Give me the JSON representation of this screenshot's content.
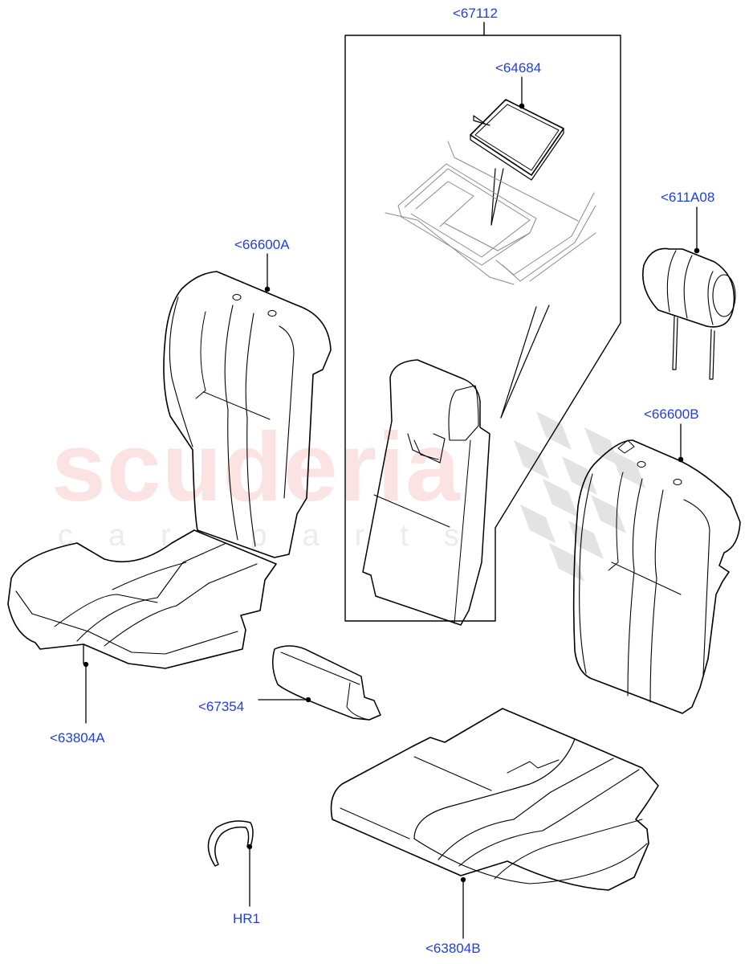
{
  "watermark": {
    "brand": "scuderia",
    "tagline": "car parts",
    "brand_color": "#fbe3e3",
    "tagline_color": "#ececec",
    "flag_color": "#e3e3e3"
  },
  "diagram": {
    "line_color": "#000000",
    "label_color": "#1f3fe6",
    "inset_box": {
      "label": "<67112"
    },
    "callouts": [
      {
        "id": "67112",
        "label": "<67112",
        "part": "armrest-assembly-inset"
      },
      {
        "id": "64684",
        "label": "<64684",
        "part": "armrest-storage-tray"
      },
      {
        "id": "611A08",
        "label": "<611A08",
        "part": "headrest"
      },
      {
        "id": "66600A",
        "label": "<66600A",
        "part": "seat-back-cover-left"
      },
      {
        "id": "66600B",
        "label": "<66600B",
        "part": "seat-back-cover-right"
      },
      {
        "id": "63804A",
        "label": "<63804A",
        "part": "seat-cushion-cover-left"
      },
      {
        "id": "67354",
        "label": "<67354",
        "part": "armrest-cover"
      },
      {
        "id": "HR1",
        "label": "HR1",
        "part": "hog-ring-clip"
      },
      {
        "id": "63804B",
        "label": "<63804B",
        "part": "seat-cushion-cover-right"
      }
    ]
  }
}
